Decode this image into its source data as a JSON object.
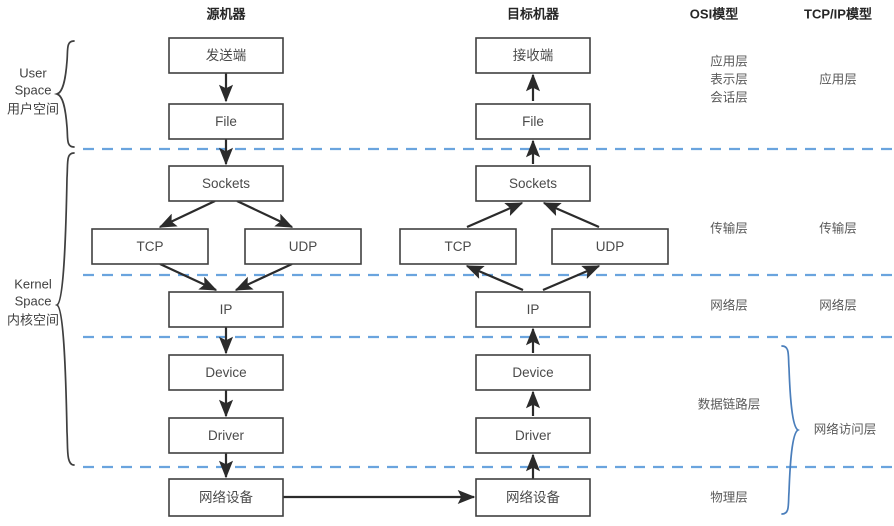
{
  "headers": {
    "source_machine": "源机器",
    "dest_machine": "目标机器",
    "osi_model": "OSI模型",
    "tcpip_model": "TCP/IP模型"
  },
  "space_labels": {
    "user": {
      "line1": "User",
      "line2": "Space",
      "line3": "用户空间"
    },
    "kernel": {
      "line1": "Kernel",
      "line2": "Space",
      "line3": "内核空间"
    }
  },
  "source_nodes": [
    {
      "id": "sender",
      "label": "发送端"
    },
    {
      "id": "file",
      "label": "File"
    },
    {
      "id": "sockets",
      "label": "Sockets"
    },
    {
      "id": "tcp",
      "label": "TCP"
    },
    {
      "id": "udp",
      "label": "UDP"
    },
    {
      "id": "ip",
      "label": "IP"
    },
    {
      "id": "device",
      "label": "Device"
    },
    {
      "id": "driver",
      "label": "Driver"
    },
    {
      "id": "netdev",
      "label": "网络设备"
    }
  ],
  "dest_nodes": [
    {
      "id": "receiver",
      "label": "接收端"
    },
    {
      "id": "file",
      "label": "File"
    },
    {
      "id": "sockets",
      "label": "Sockets"
    },
    {
      "id": "tcp",
      "label": "TCP"
    },
    {
      "id": "udp",
      "label": "UDP"
    },
    {
      "id": "ip",
      "label": "IP"
    },
    {
      "id": "device",
      "label": "Device"
    },
    {
      "id": "driver",
      "label": "Driver"
    },
    {
      "id": "netdev",
      "label": "网络设备"
    }
  ],
  "osi_layers": [
    {
      "id": "application",
      "lines": [
        "应用层",
        "表示层",
        "会话层"
      ]
    },
    {
      "id": "transport",
      "lines": [
        "传输层"
      ]
    },
    {
      "id": "network",
      "lines": [
        "网络层"
      ]
    },
    {
      "id": "datalink",
      "lines": [
        "数据链路层"
      ]
    },
    {
      "id": "physical",
      "lines": [
        "物理层"
      ]
    }
  ],
  "tcpip_layers": [
    {
      "id": "application",
      "label": "应用层"
    },
    {
      "id": "transport",
      "label": "传输层"
    },
    {
      "id": "internet",
      "label": "网络层"
    },
    {
      "id": "network-access",
      "label": "网络访问层"
    }
  ],
  "colors": {
    "divider": "#6AA4DE",
    "box_stroke": "#404040",
    "brace_blue": "#4A7EBB",
    "brace_dark": "#3f3f3f",
    "text": "#4a4a4a"
  }
}
